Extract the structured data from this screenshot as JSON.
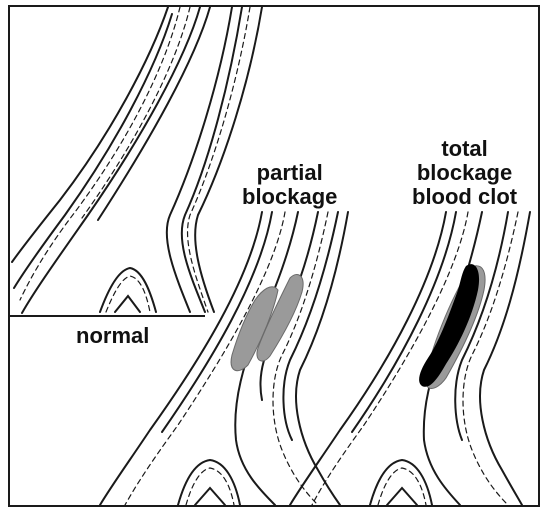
{
  "labels": {
    "normal": "normal",
    "partial": [
      "partial",
      "blockage"
    ],
    "total": [
      "total",
      "blockage",
      "blood clot"
    ]
  },
  "colors": {
    "outline": "#1a1a1a",
    "plaque": "#9a9a9a",
    "clot": "#000000",
    "background": "#ffffff"
  }
}
